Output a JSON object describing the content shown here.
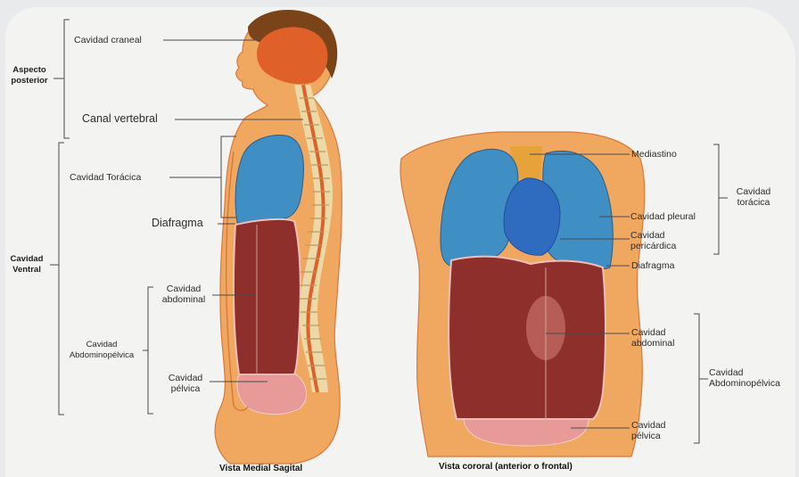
{
  "colors": {
    "skin": "#f0a860",
    "skin_dark": "#d8783a",
    "lung": "#3f8ec4",
    "heart": "#2f6cc0",
    "abdomen": "#8e2f2c",
    "pelvis": "#e89a98",
    "brain": "#e0602a",
    "spine": "#ecd9a8",
    "hair": "#7a4418",
    "line": "#444444"
  },
  "labels": {
    "aspecto_posterior": "Aspecto\nposterior",
    "cavidad_craneal": "Cavidad craneal",
    "canal_vertebral": "Canal vertebral",
    "cavidad_toracica_left": "Cavidad Torácica",
    "diafragma_left": "Diafragma",
    "cavidad_ventral": "Cavidad\nVentral",
    "cavidad_abdominal_left": "Cavidad\nabdominal",
    "cavidad_abdominopelvica_left": "Cavidad\nAbdominopélvica",
    "cavidad_pelvica_left": "Cavidad\npélvica",
    "mediastino": "Mediastino",
    "cavidad_toracica_right": "Cavidad\ntorácica",
    "cavidad_pleural": "Cavidad pleural",
    "cavidad_pericardica": "Cavidad\npericárdica",
    "diafragma_right": "Diafragma",
    "cavidad_abdominal_right": "Cavidad\nabdominal",
    "cavidad_abdominopelvica_right": "Cavidad\nAbdominopélvica",
    "cavidad_pelvica_right": "Cavidad\npélvica"
  },
  "captions": {
    "sagital": "Vista Medial Sagital",
    "coronal": "Vista cororal (anterior o frontal)"
  }
}
